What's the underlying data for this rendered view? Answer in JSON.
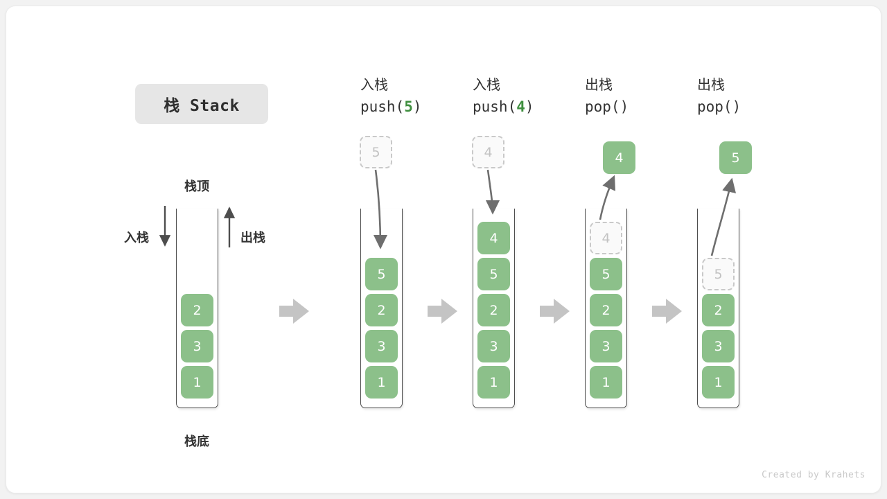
{
  "title": {
    "text": "栈 Stack"
  },
  "colors": {
    "element_green": "#8cc08a",
    "ghost_border": "#c9c9c9",
    "ghost_text": "#c2c2c2",
    "frame": "#4d4d4d",
    "arrow_gray": "#c4c4c4",
    "curve_arrow": "#6e6e6e",
    "code_accent": "#3f8f3f",
    "text": "#333333",
    "card_bg": "#ffffff",
    "page_bg": "#f2f2f2"
  },
  "legend": {
    "top_label": "栈顶",
    "bottom_label": "栈底",
    "push_label": "入栈",
    "pop_label": "出栈"
  },
  "stages": [
    {
      "id": "initial",
      "head_cn": "",
      "head_code_prefix": "",
      "head_code_num": "",
      "head_code_suffix": "",
      "floating": null,
      "ghost_top": null,
      "cells": [
        "2",
        "3",
        "1"
      ]
    },
    {
      "id": "push5",
      "head_cn": "入栈",
      "head_code_prefix": "push(",
      "head_code_num": "5",
      "head_code_suffix": ")",
      "floating": {
        "value": "5",
        "style": "ghost"
      },
      "ghost_top": null,
      "cells": [
        "5",
        "2",
        "3",
        "1"
      ]
    },
    {
      "id": "push4",
      "head_cn": "入栈",
      "head_code_prefix": "push(",
      "head_code_num": "4",
      "head_code_suffix": ")",
      "floating": {
        "value": "4",
        "style": "ghost"
      },
      "ghost_top": null,
      "cells": [
        "4",
        "5",
        "2",
        "3",
        "1"
      ]
    },
    {
      "id": "pop4",
      "head_cn": "出栈",
      "head_code_prefix": "pop(",
      "head_code_num": "",
      "head_code_suffix": ")",
      "floating": {
        "value": "4",
        "style": "filled"
      },
      "ghost_top": {
        "value": "4",
        "slot": 0
      },
      "cells": [
        "5",
        "2",
        "3",
        "1"
      ]
    },
    {
      "id": "pop5",
      "head_cn": "出栈",
      "head_code_prefix": "pop(",
      "head_code_num": "",
      "head_code_suffix": ")",
      "floating": {
        "value": "5",
        "style": "filled"
      },
      "ghost_top": {
        "value": "5",
        "slot": 1
      },
      "cells": [
        "2",
        "3",
        "1"
      ]
    }
  ],
  "credit": {
    "text": "Created by Krahets"
  }
}
